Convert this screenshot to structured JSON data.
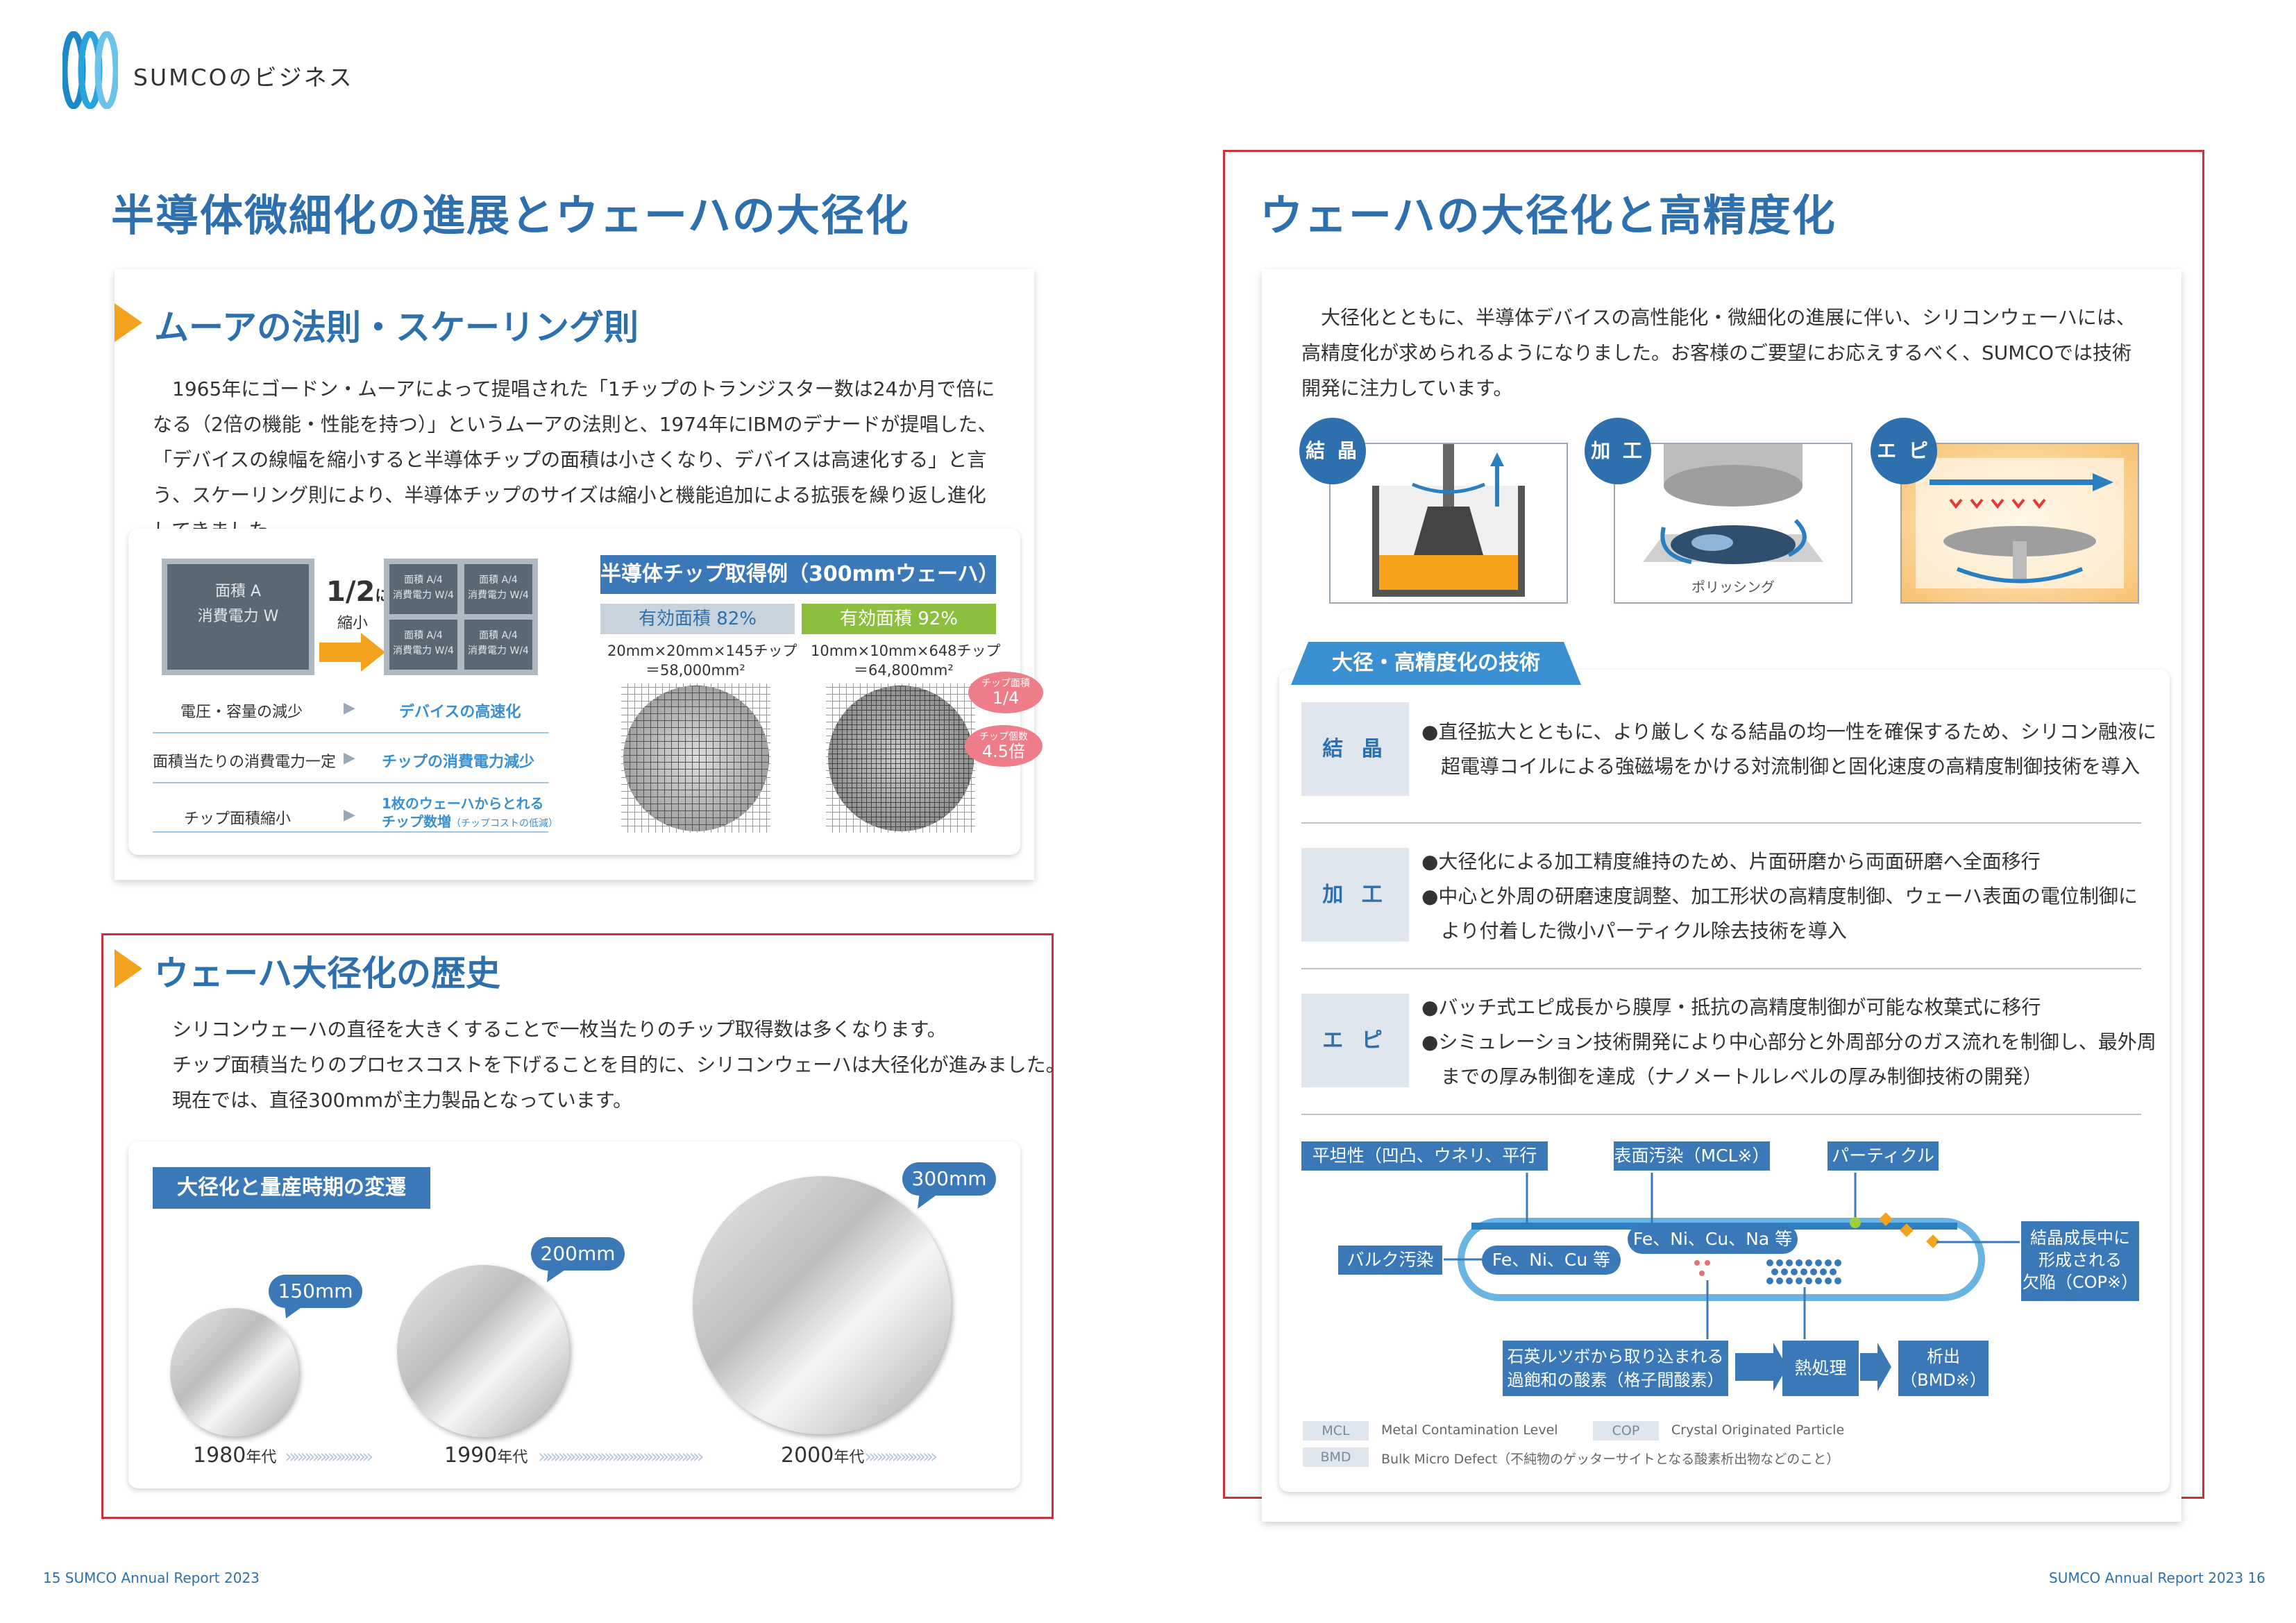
{
  "header": {
    "brand": "SUMCOのビジネス"
  },
  "left_page": {
    "main_title": "半導体微細化の進展とウェーハの大径化",
    "moore": {
      "title": "ムーアの法則・スケーリング則",
      "body": "1965年にゴードン・ムーアによって提唱された「1チップのトランジスター数は24か月で倍になる（2倍の機能・性能を持つ）」というムーアの法則と、1974年にIBMのデナードが提唱した、「デバイスの線幅を縮小すると半導体チップの面積は小さくなり、デバイスは高速化する」と言う、スケーリング則により、半導体チップのサイズは縮小と機能追加による拡張を繰り返し進化してきました。",
      "chip_big": {
        "line1": "面積 A",
        "line2": "消費電力 W"
      },
      "shrink": {
        "half": "1/2",
        "ni": "に",
        "label": "縮小"
      },
      "chip_small": {
        "line1": "面積 A/4",
        "line2": "消費電力 W/4"
      },
      "rows": [
        {
          "left": "電圧・容量の減少",
          "right": "デバイスの高速化"
        },
        {
          "left": "面積当たりの消費電力一定",
          "right": "チップの消費電力減少"
        },
        {
          "left": "チップ面積縮小",
          "right": "1枚のウェーハからとれる",
          "right2": "チップ数増",
          "right_note": "（チップコストの低減）"
        }
      ],
      "example": {
        "title": "半導体チップ取得例（300mmウェーハ）",
        "a_label": "有効面積 82%",
        "b_label": "有効面積 92%",
        "a_spec1": "20mm×20mm×145チップ",
        "a_spec2": "＝58,000mm²",
        "b_spec1": "10mm×10mm×648チップ",
        "b_spec2": "＝64,800mm²",
        "bubble1_title": "チップ面積",
        "bubble1_value": "1/4",
        "bubble2_title": "チップ個数",
        "bubble2_value": "4.5倍"
      }
    },
    "history": {
      "title": "ウェーハ大径化の歴史",
      "body1": "シリコンウェーハの直径を大きくすることで一枚当たりのチップ取得数は多くなります。",
      "body2": "チップ面積当たりのプロセスコストを下げることを目的に、シリコンウェーハは大径化が進みました。",
      "body3": "現在では、直径300mmが主力製品となっています。",
      "chart_title": "大径化と量産時期の変遷",
      "wafers": [
        {
          "size": "150mm",
          "era": "1980",
          "era_suffix": "年代"
        },
        {
          "size": "200mm",
          "era": "1990",
          "era_suffix": "年代"
        },
        {
          "size": "300mm",
          "era": "2000",
          "era_suffix": "年代"
        }
      ]
    },
    "footer": "15  SUMCO Annual Report 2023"
  },
  "right_page": {
    "main_title": "ウェーハの大径化と高精度化",
    "intro": "大径化とともに、半導体デバイスの高性能化・微細化の進展に伴い、シリコンウェーハには、高精度化が求められるようになりました。お客様のご要望にお応えするべく、SUMCOでは技術開発に注力しています。",
    "processes": [
      {
        "tag": "結 晶",
        "caption": ""
      },
      {
        "tag": "加 工",
        "caption": "ポリッシング"
      },
      {
        "tag": "エ ピ",
        "caption": ""
      }
    ],
    "tech_title": "大径・高精度化の技術",
    "tech_rows": [
      {
        "label": "結 晶",
        "lines": [
          "●直径拡大とともに、より厳しくなる結晶の均一性を確保するため、シリコン融液に",
          "超電導コイルによる強磁場をかける対流制御と固化速度の高精度制御技術を導入"
        ]
      },
      {
        "label": "加 工",
        "lines": [
          "●大径化による加工精度維持のため、片面研磨から両面研磨へ全面移行",
          "●中心と外周の研磨速度調整、加工形状の高精度制御、ウェーハ表面の電位制御に",
          "より付着した微小パーティクル除去技術を導入"
        ]
      },
      {
        "label": "エ ピ",
        "lines": [
          "●バッチ式エピ成長から膜厚・抵抗の高精度制御が可能な枚葉式に移行",
          "●シミュレーション技術開発により中心部分と外周部分のガス流れを制御し、最外周",
          "までの厚み制御を達成（ナノメートルレベルの厚み制御技術の開発）"
        ]
      }
    ],
    "diagram": {
      "flatness": "平坦性（凹凸、ウネリ、平行度）",
      "surface": "表面汚染（MCL※）",
      "particle": "パーティクル",
      "bulk": "バルク汚染",
      "fe1": "Fe、Ni、Cu 等",
      "fe2": "Fe、Ni、Cu、Na 等",
      "cop1": "結晶成長中に",
      "cop2": "形成される",
      "cop3": "欠陥（COP※）",
      "oxy1": "石英ルツボから取り込まれる",
      "oxy2": "過飽和の酸素（格子間酸素）",
      "heat": "熱処理",
      "bmd1": "析出",
      "bmd2": "（BMD※）"
    },
    "legend": [
      {
        "abbr": "MCL",
        "desc": "Metal Contamination Level"
      },
      {
        "abbr": "COP",
        "desc": "Crystal Originated Particle"
      },
      {
        "abbr": "BMD",
        "desc": "Bulk Micro Defect（不純物のゲッターサイトとなる酸素析出物などのこと）"
      }
    ],
    "footer": "SUMCO Annual Report 2023  16"
  }
}
